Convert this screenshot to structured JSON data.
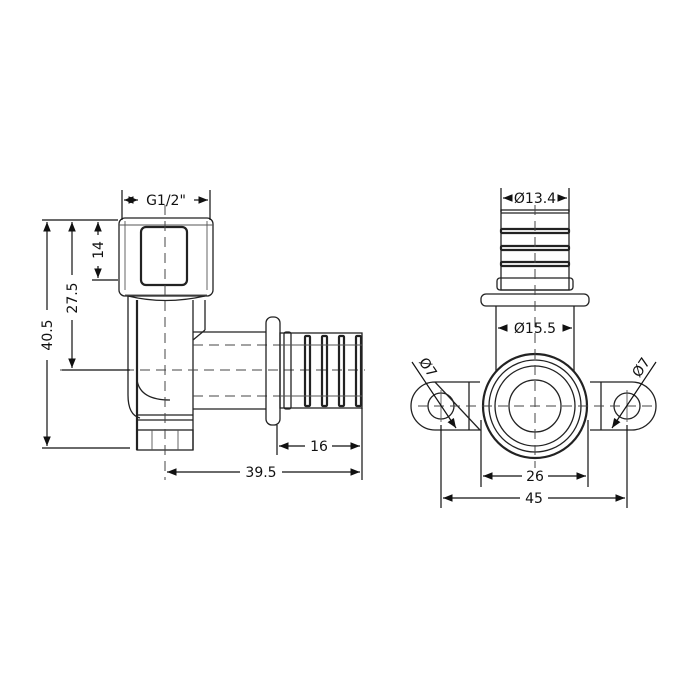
{
  "drawing": {
    "title": "",
    "side_view": {
      "thread_label": "G1/2\"",
      "dims": {
        "height_total": "40.5",
        "height_center": "27.5",
        "thread_depth": "14",
        "length_total": "39.5",
        "spigot_length": "16"
      }
    },
    "front_view": {
      "dims": {
        "spigot_diameter": "Ø13.4",
        "body_diameter": "Ø15.5",
        "hole_left": "Ø7",
        "hole_right": "Ø7",
        "inner_width": "26",
        "hole_spacing": "45"
      }
    }
  }
}
